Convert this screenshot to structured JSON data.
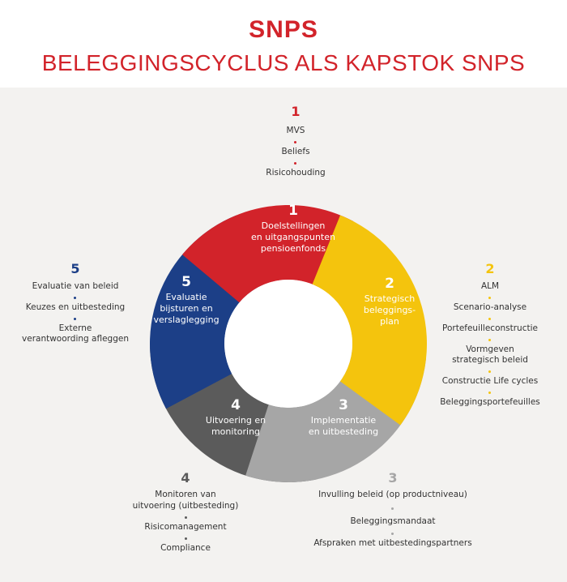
{
  "header": {
    "brand": "SNPS",
    "subtitle": "BELEGGINGSCYCLUS ALS KAPSTOK SNPS"
  },
  "colors": {
    "red": "#d2232a",
    "yellow": "#f4c40d",
    "lightgray": "#a6a6a6",
    "darkgray": "#5b5b5b",
    "navy": "#1c3f87"
  },
  "segments": [
    {
      "number": "1",
      "lines": [
        "Doelstellingen",
        "en uitgangspunten",
        "pensioenfonds"
      ]
    },
    {
      "number": "2",
      "lines": [
        "Strategisch",
        "beleggings-",
        "plan"
      ]
    },
    {
      "number": "3",
      "lines": [
        "Implementatie",
        "en uitbesteding"
      ]
    },
    {
      "number": "4",
      "lines": [
        "Uitvoering en",
        "monitoring"
      ]
    },
    {
      "number": "5",
      "lines": [
        "Evaluatie",
        "bijsturen en",
        "verslaglegging"
      ]
    }
  ],
  "lists": {
    "one": {
      "number": "1",
      "items": [
        "MVS",
        "Beliefs",
        "Risicohouding"
      ]
    },
    "two": {
      "number": "2",
      "items": [
        "ALM",
        "Scenario-analyse",
        "Portefeuilleconstructie",
        "Vormgeven",
        "strategisch beleid",
        "Constructie Life cycles",
        "Beleggingsportefeuilles"
      ]
    },
    "three": {
      "number": "3",
      "items": [
        "Invulling beleid (op productniveau)",
        "Beleggingsmandaat",
        "Afspraken met uitbestedingspartners"
      ]
    },
    "four": {
      "number": "4",
      "items": [
        "Monitoren van",
        "uitvoering (uitbesteding)",
        "Risicomanagement",
        "Compliance"
      ]
    },
    "five": {
      "number": "5",
      "items": [
        "Evaluatie van beleid",
        "Keuzes en uitbesteding",
        "Externe",
        "verantwoording afleggen"
      ]
    }
  }
}
